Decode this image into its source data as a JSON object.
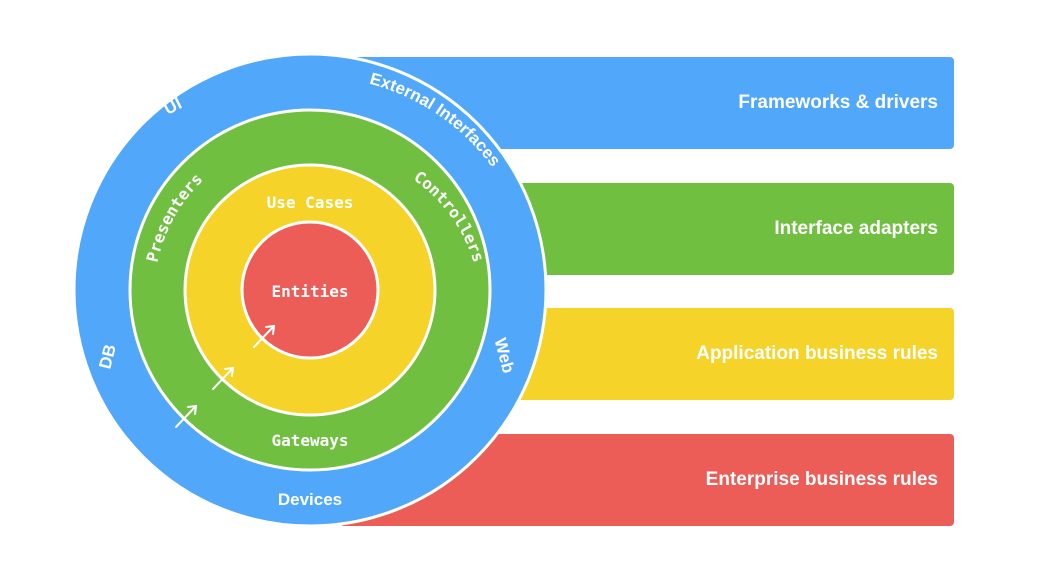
{
  "colors": {
    "frameworks": "#51A7F9",
    "adapters": "#70BF41",
    "application": "#F5D328",
    "enterprise": "#EC5D57",
    "stroke": "#ffffff"
  },
  "layers": {
    "frameworks": "Frameworks & drivers",
    "adapters": "Interface adapters",
    "application": "Application business rules",
    "enterprise": "Enterprise business rules"
  },
  "outer_ring": {
    "ui": "UI",
    "external": "External Interfaces",
    "web": "Web",
    "db": "DB",
    "devices": "Devices"
  },
  "adapter_ring": {
    "presenters": "Presenters",
    "controllers": "Controllers",
    "gateways": "Gateways"
  },
  "use_case_ring": {
    "use_cases": "Use Cases"
  },
  "core": {
    "entities": "Entities"
  }
}
